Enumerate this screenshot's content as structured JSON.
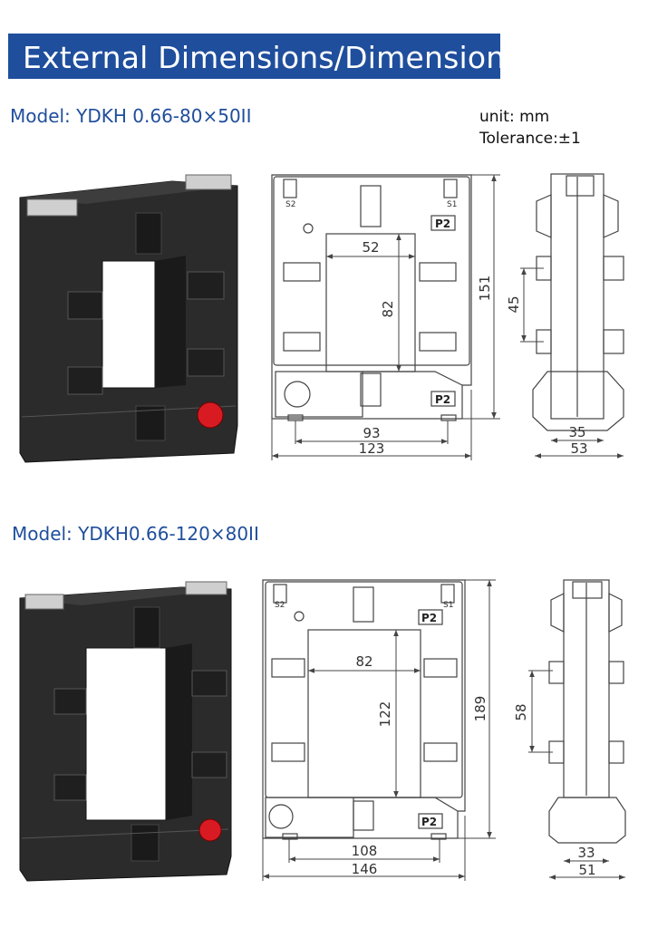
{
  "header": {
    "title": "External Dimensions/Dimension"
  },
  "meta": {
    "unit": "unit: mm",
    "tolerance": "Tolerance:±1"
  },
  "models": [
    {
      "name": "Model: YDKH 0.66-80×50II",
      "front": {
        "window_width": "52",
        "window_height": "82",
        "inner_width": "93",
        "overall_width": "123",
        "overall_height": "151"
      },
      "side": {
        "pitch": "45",
        "inner_depth": "35",
        "overall_depth": "53"
      }
    },
    {
      "name": "Model: YDKH0.66-120×80II",
      "front": {
        "window_width": "82",
        "window_height": "122",
        "inner_width": "108",
        "overall_width": "146",
        "overall_height": "189"
      },
      "side": {
        "pitch": "58",
        "inner_depth": "33",
        "overall_depth": "51"
      }
    }
  ],
  "terminal_labels": {
    "s1": "S1",
    "s2": "S2",
    "p2": "P2"
  },
  "colors": {
    "banner": "#1f4e9c",
    "model_text": "#1f4e9c",
    "product_body": "#2a2a2a",
    "button": "#d81b23"
  }
}
